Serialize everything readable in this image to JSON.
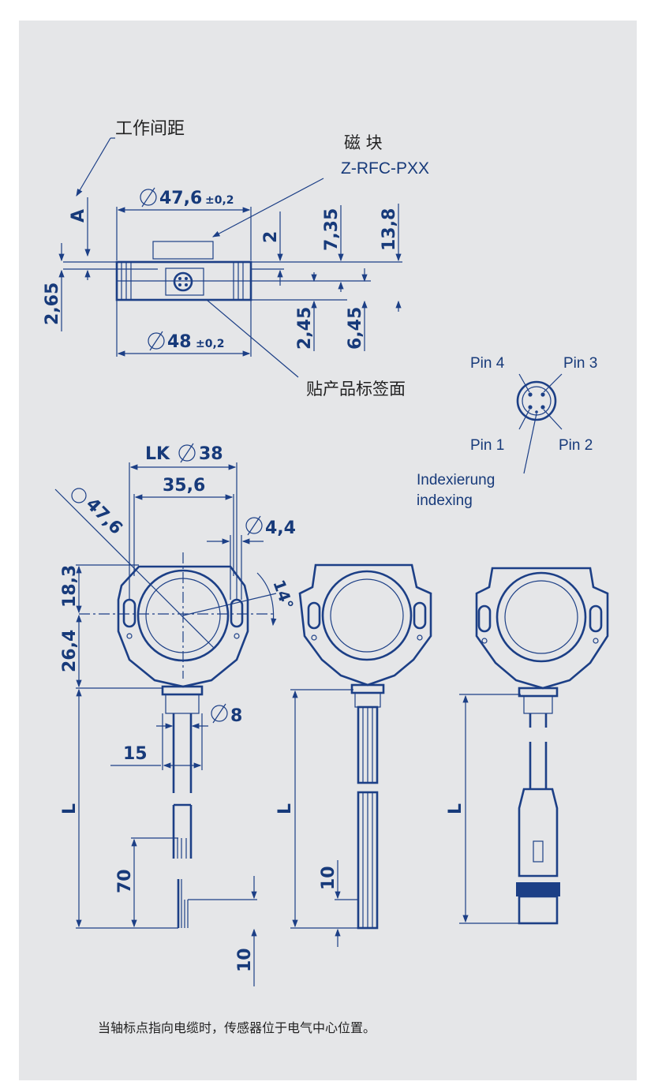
{
  "top_view": {
    "working_distance_label": "工作间距",
    "magnet_label": "磁 块",
    "magnet_part": "Z-RFC-PXX",
    "label_face": "贴产品标签面",
    "dims": {
      "d476": "47,6",
      "tol1": "±0,2",
      "d48": "48",
      "tol2": "±0,2",
      "a": "A",
      "v265": "2,65",
      "v2": "2",
      "v735": "7,35",
      "v138": "13,8",
      "v245": "2,45",
      "v645": "6,45"
    }
  },
  "pins": {
    "pin4": "Pin 4",
    "pin3": "Pin 3",
    "pin1": "Pin 1",
    "pin2": "Pin 2",
    "indexing_de": "Indexierung",
    "indexing_en": "indexing"
  },
  "front_view": {
    "lk": "LK",
    "lk_val": "38",
    "d356": "35,6",
    "d476": "47,6",
    "d44": "4,4",
    "angle": "14°",
    "v183": "18,3",
    "v264": "26,4",
    "d8": "8",
    "v15": "15",
    "L1": "L",
    "v70": "70",
    "v10a": "10",
    "L2": "L",
    "v10b": "10",
    "L3": "L"
  },
  "footnote": "当轴标点指向电缆时，传感器位于电气中心位置。",
  "colors": {
    "line": "#1c3f86",
    "background": "#e5e6e8"
  }
}
